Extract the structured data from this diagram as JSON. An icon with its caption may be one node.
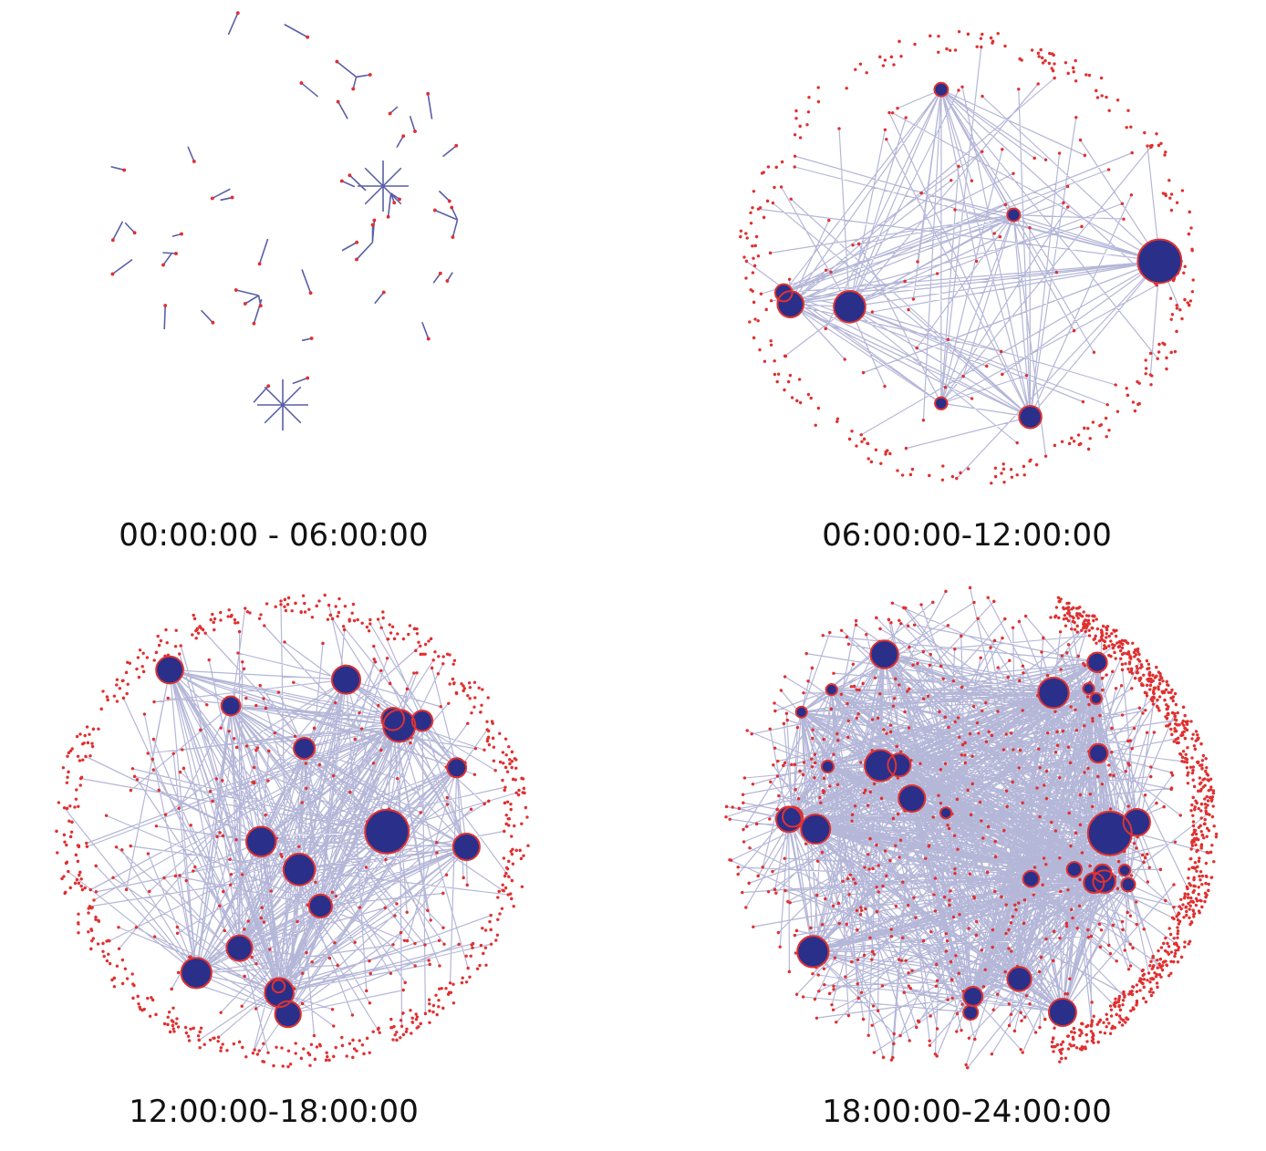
{
  "diagram": {
    "labels": [
      "00:00:00 - 06:00:00",
      "06:00:00-12:00:00",
      "12:00:00-18:00:00",
      "18:00:00-24:00:00"
    ]
  }
}
